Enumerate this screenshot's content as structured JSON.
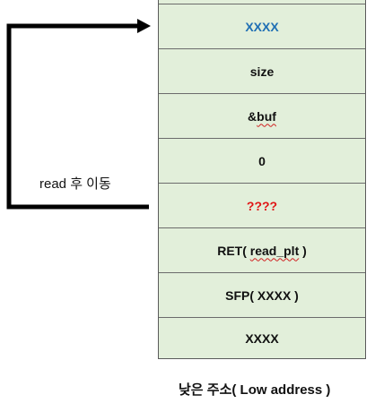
{
  "stack": {
    "cells": [
      {
        "text": "",
        "color": "#111111"
      },
      {
        "text": "XXXX",
        "color": "#1f6fb4"
      },
      {
        "text": "size",
        "color": "#111111"
      },
      {
        "text": "&buf",
        "color": "#111111",
        "squiggly": "buf"
      },
      {
        "text": "0",
        "color": "#111111"
      },
      {
        "text": "????",
        "color": "#e01414"
      },
      {
        "text": "RET( read_plt )",
        "color": "#111111"
      },
      {
        "text": "SFP( XXXX )",
        "color": "#111111"
      },
      {
        "text": "XXXX",
        "color": "#111111"
      }
    ]
  },
  "arrow_label": "read 후 이동",
  "caption": "낮은 주소( Low address )"
}
